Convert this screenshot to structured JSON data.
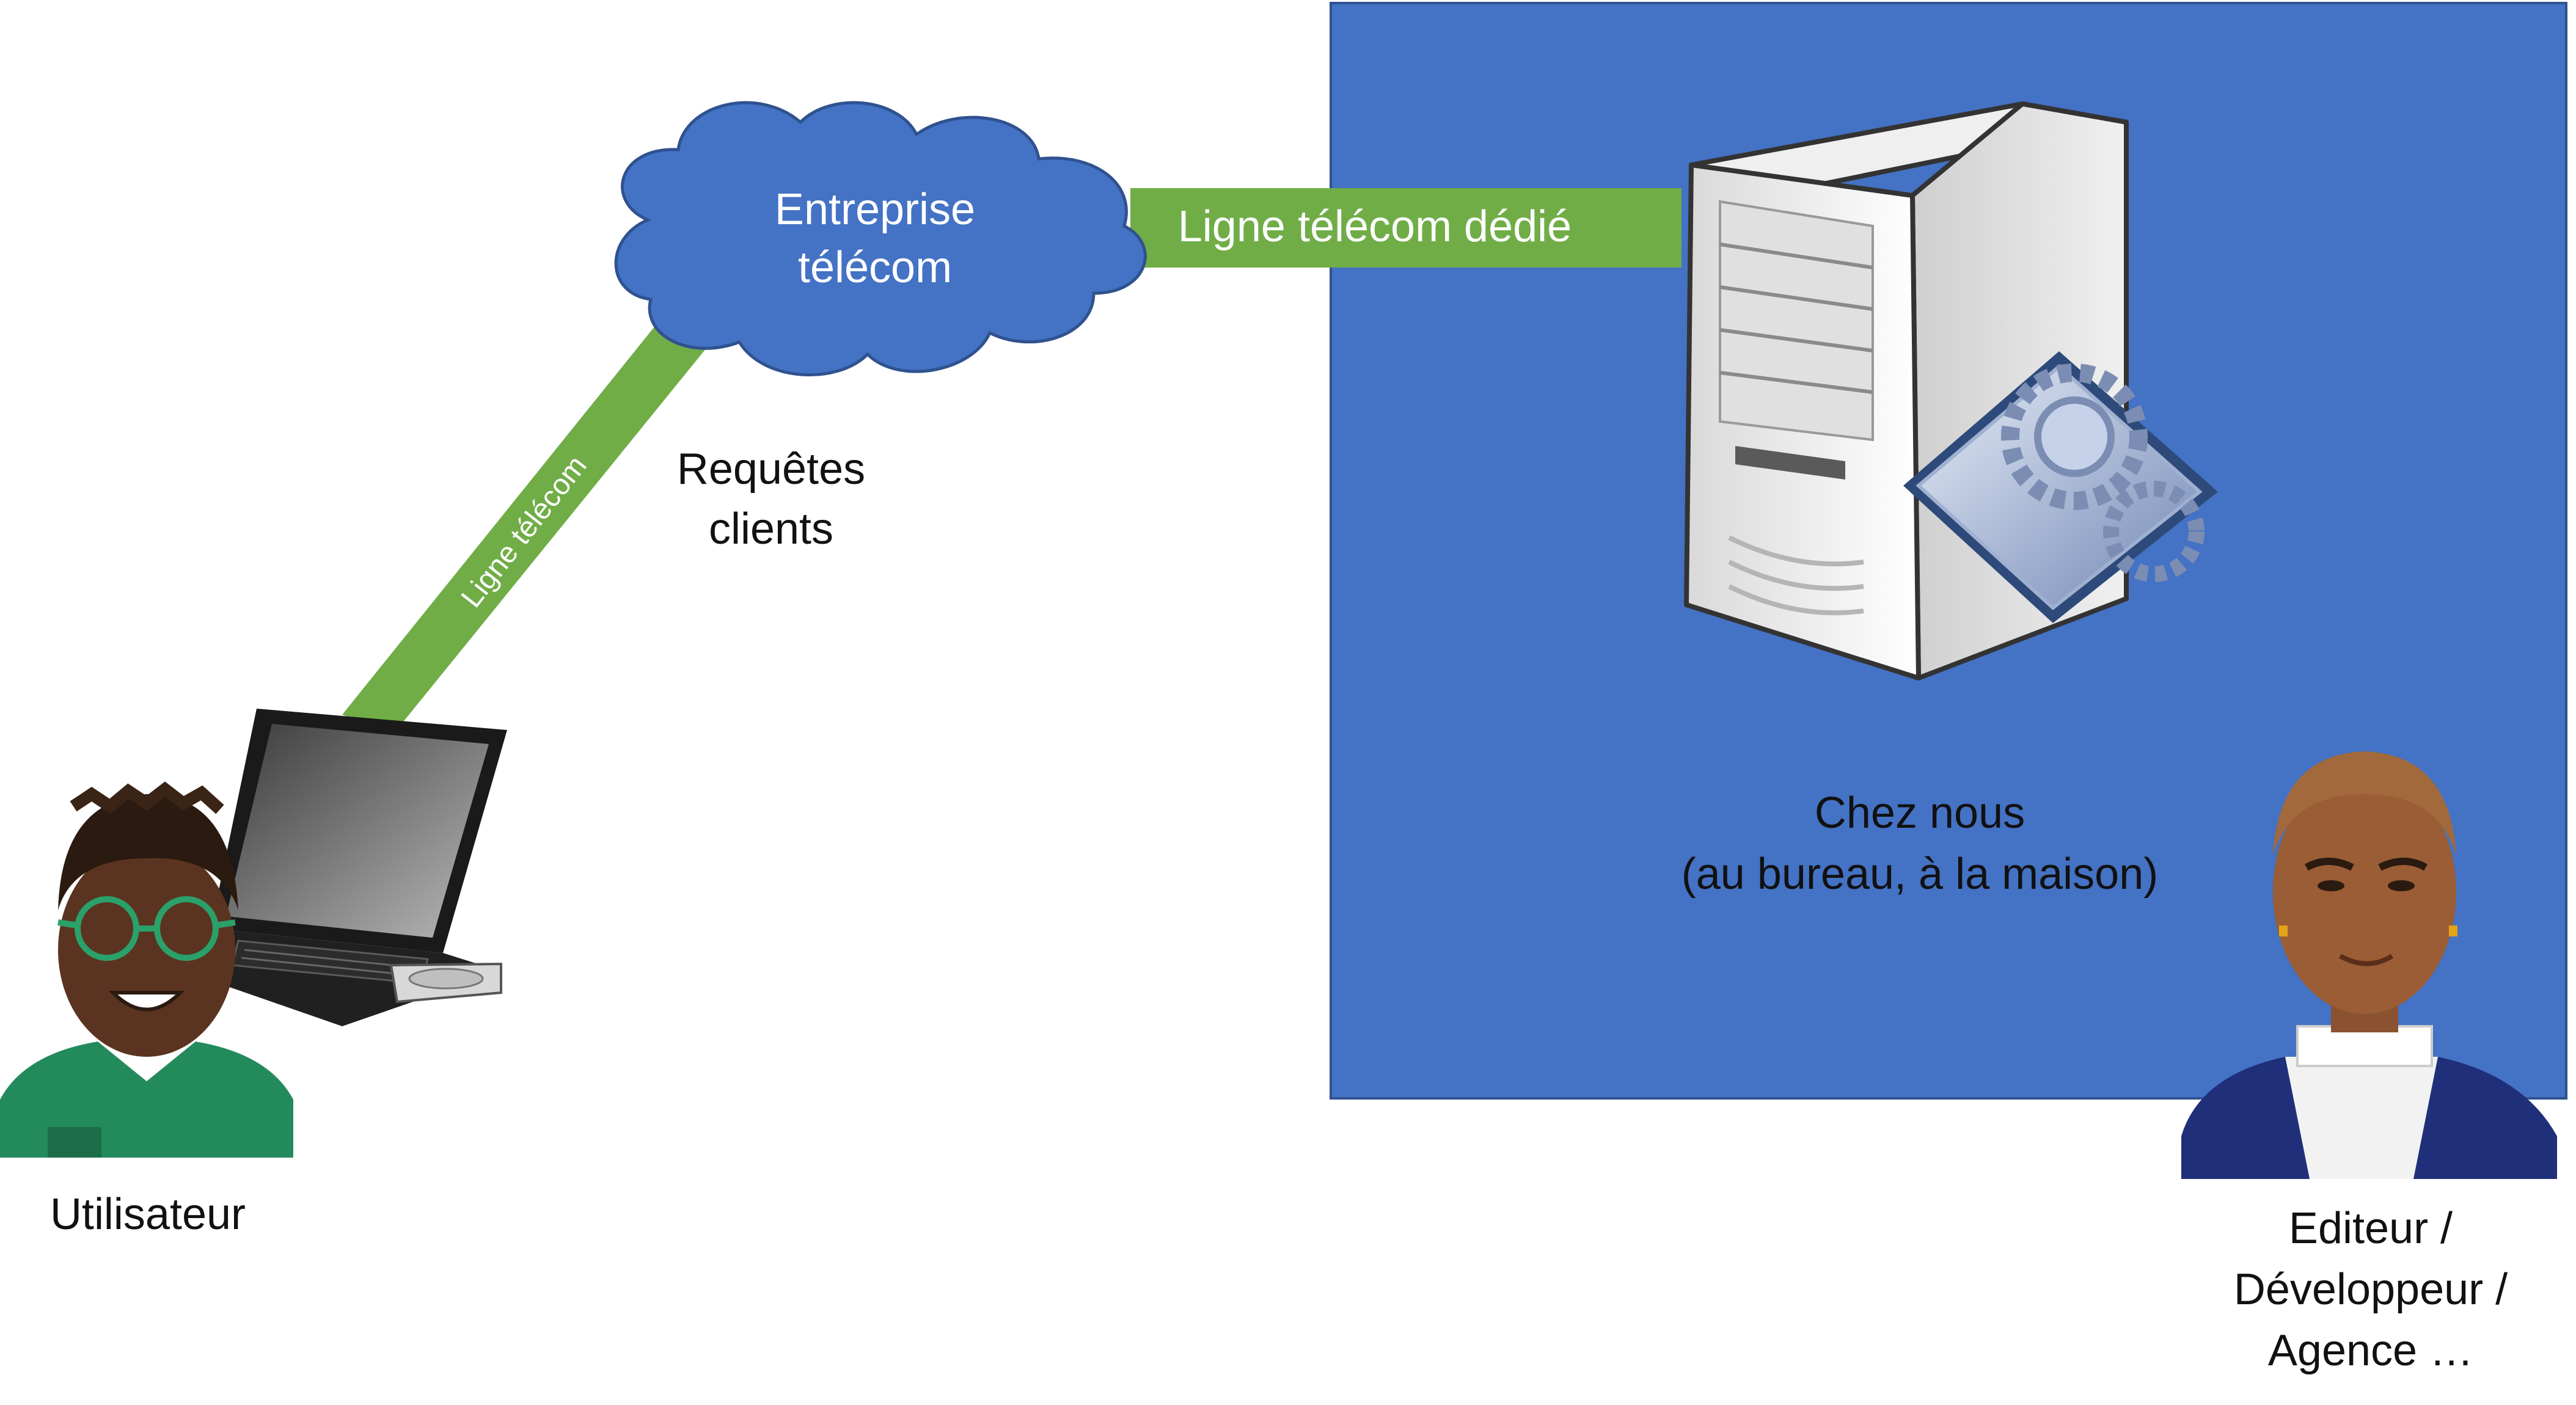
{
  "colors": {
    "blue": "#4472C4",
    "green": "#70AD47",
    "text_dark": "#111111",
    "text_light": "#ffffff"
  },
  "labels": {
    "cloud_line1": "Entreprise",
    "cloud_line2": "télécom",
    "dedicated_line": "Ligne télécom dédié",
    "telecom_line": "Ligne télécom",
    "requests_line1": "Requêtes",
    "requests_line2": "clients",
    "home_line1": "Chez nous",
    "home_line2": "(au bureau, à la maison)",
    "user": "Utilisateur",
    "publisher_line1": "Editeur /",
    "publisher_line2": "Développeur /",
    "publisher_line3": "Agence …"
  },
  "icons": {
    "cloud": "cloud-icon",
    "server": "server-icon",
    "laptop": "laptop-icon",
    "user": "user-avatar",
    "publisher": "publisher-avatar"
  }
}
